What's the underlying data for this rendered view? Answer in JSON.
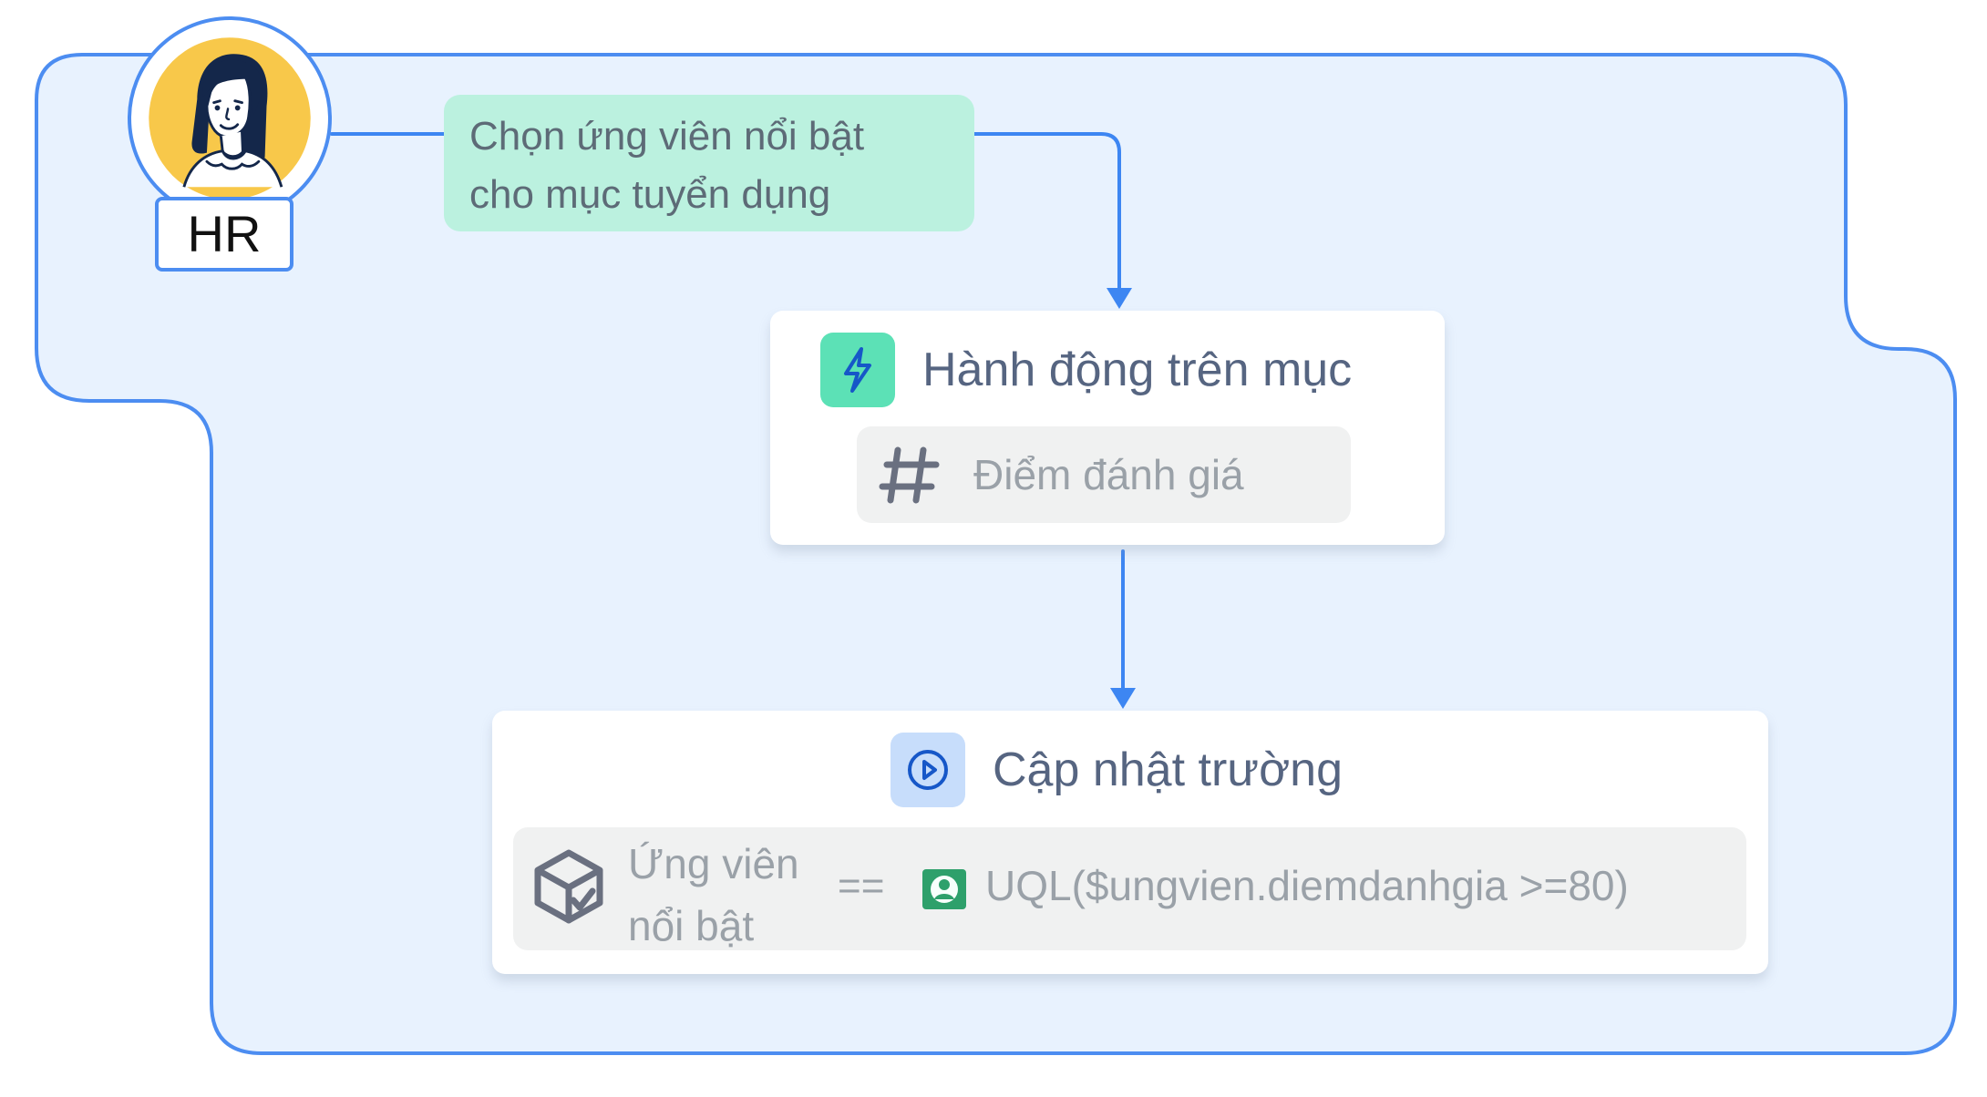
{
  "actor": {
    "label": "HR"
  },
  "trigger": {
    "lines": [
      "Chọn ứng viên nổi bật",
      "cho mục tuyển dụng"
    ]
  },
  "steps": [
    {
      "title": "Hành động trên mục",
      "icon": "lightning-icon",
      "field_icon": "hash-icon",
      "field": "Điểm đánh giá"
    },
    {
      "title": "Cập nhật trường",
      "icon": "play-circle-icon",
      "assignment": {
        "field_icon": "cube-check-icon",
        "field_lines": [
          "Ứng viên",
          "nổi bật"
        ],
        "operator": "==",
        "formula_icon": "user-profile-icon",
        "formula": "UQL($ungvien.diemdanhgia >=80)"
      }
    }
  ],
  "colors": {
    "frame_fill": "#e8f2fe",
    "frame_stroke": "#4c8df1",
    "connector": "#3d86f2",
    "trigger_fill": "#bbf1df",
    "card_title": "#566581",
    "muted_text": "#9aa1a8"
  }
}
